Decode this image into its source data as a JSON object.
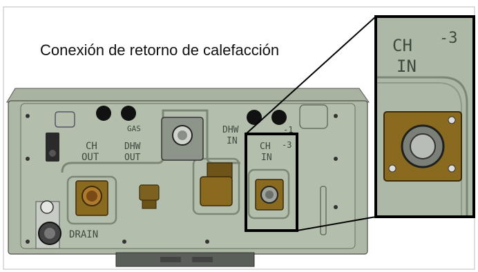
{
  "caption": "Conexión de retorno de calefacción",
  "labels": {
    "gas": "GAS",
    "ch_out_1": "CH",
    "ch_out_2": "OUT",
    "dhw_out_1": "DHW",
    "dhw_out_2": "OUT",
    "dhw_in_1": "DHW",
    "dhw_in_2": "IN",
    "ch_in_1": "CH",
    "ch_in_2": "IN",
    "marker_1": "-1",
    "marker_3": "-3",
    "drain": "DRAIN"
  },
  "callout": {
    "ch": "CH",
    "in": "IN",
    "marker": "-3"
  },
  "colors": {
    "panel": "#aeb8a6",
    "panel_dark": "#8f9988",
    "brass": "#8a6a1f",
    "outline": "#000000",
    "caption_text": "#111111"
  }
}
